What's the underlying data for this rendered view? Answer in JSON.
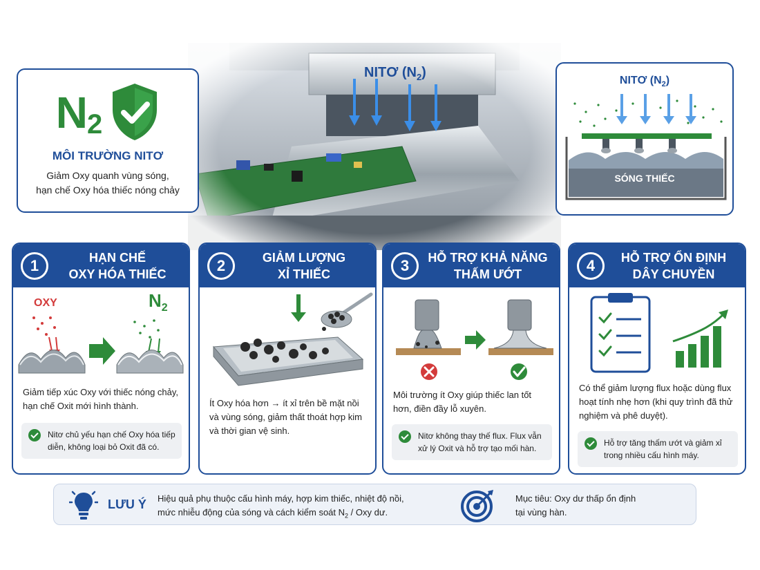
{
  "colors": {
    "navy": "#1f4e99",
    "green": "#2e8b3a",
    "red": "#d33b3b",
    "note_bg": "#eef0f3"
  },
  "hero": {
    "n2_symbol": "N",
    "n2_sub": "2",
    "title": "MÔI TRƯỜNG NITƠ",
    "desc_line1": "Giảm Oxy quanh vùng sóng,",
    "desc_line2": "hạn chế Oxy hóa thiếc nóng chảy",
    "icon": "shield-check-icon"
  },
  "machine_photo": {
    "label": "NITƠ (N",
    "label_sub": "2",
    "label_end": ")"
  },
  "wave_diagram": {
    "label": "NITƠ (N",
    "label_sub": "2",
    "label_end": ")",
    "wave_label": "SÓNG THIẾC"
  },
  "cards": [
    {
      "number": "1",
      "title_line1": "HẠN CHẾ",
      "title_line2": "OXY HÓA THIẾC",
      "illus_left": "OXY",
      "illus_right": "N",
      "illus_right_sub": "2",
      "text": "Giảm tiếp xúc Oxy với thiếc nóng chảy, hạn chế Oxit mới hình thành.",
      "note": "Nitơ chủ yếu hạn chế Oxy hóa tiếp diễn, không loại bỏ Oxit đã có."
    },
    {
      "number": "2",
      "title_line1": "GIẢM LƯỢNG",
      "title_line2": "XỈ THIẾC",
      "text": "Ít Oxy hóa hơn → ít xỉ trên bề mặt nồi và vùng sóng, giảm thất thoát hợp kim và thời gian vệ sinh."
    },
    {
      "number": "3",
      "title_line1": "HỖ TRỢ KHẢ NĂNG",
      "title_line2": "THẤM ƯỚT",
      "text": "Môi trường ít Oxy giúp thiếc lan tốt hơn, điền đầy lỗ xuyên.",
      "note": "Nitơ không thay thế flux. Flux vẫn xử lý Oxit và hỗ trợ tạo mối hàn."
    },
    {
      "number": "4",
      "title_line1": "HỖ TRỢ ỔN ĐỊNH",
      "title_line2": "DÂY CHUYỀN",
      "text": "Có thể giảm lượng flux hoặc dùng flux hoạt tính nhẹ hơn (khi quy trình đã thử nghiệm và phê duyệt).",
      "note": "Hỗ trợ tăng thấm ướt và giảm xỉ trong nhiều cấu hình máy."
    }
  ],
  "footer": {
    "label": "LƯU Ý",
    "text_line1": "Hiệu quả phụ thuộc cấu hình máy, hợp kim thiếc, nhiệt độ nồi,",
    "text_line2a": "mức nhiễu động của sóng và cách kiểm soát N",
    "text_line2_sub": "2",
    "text_line2b": " / Oxy dư.",
    "goal_line1": "Mục tiêu: Oxy dư thấp ổn định",
    "goal_line2": "tại vùng hàn."
  }
}
